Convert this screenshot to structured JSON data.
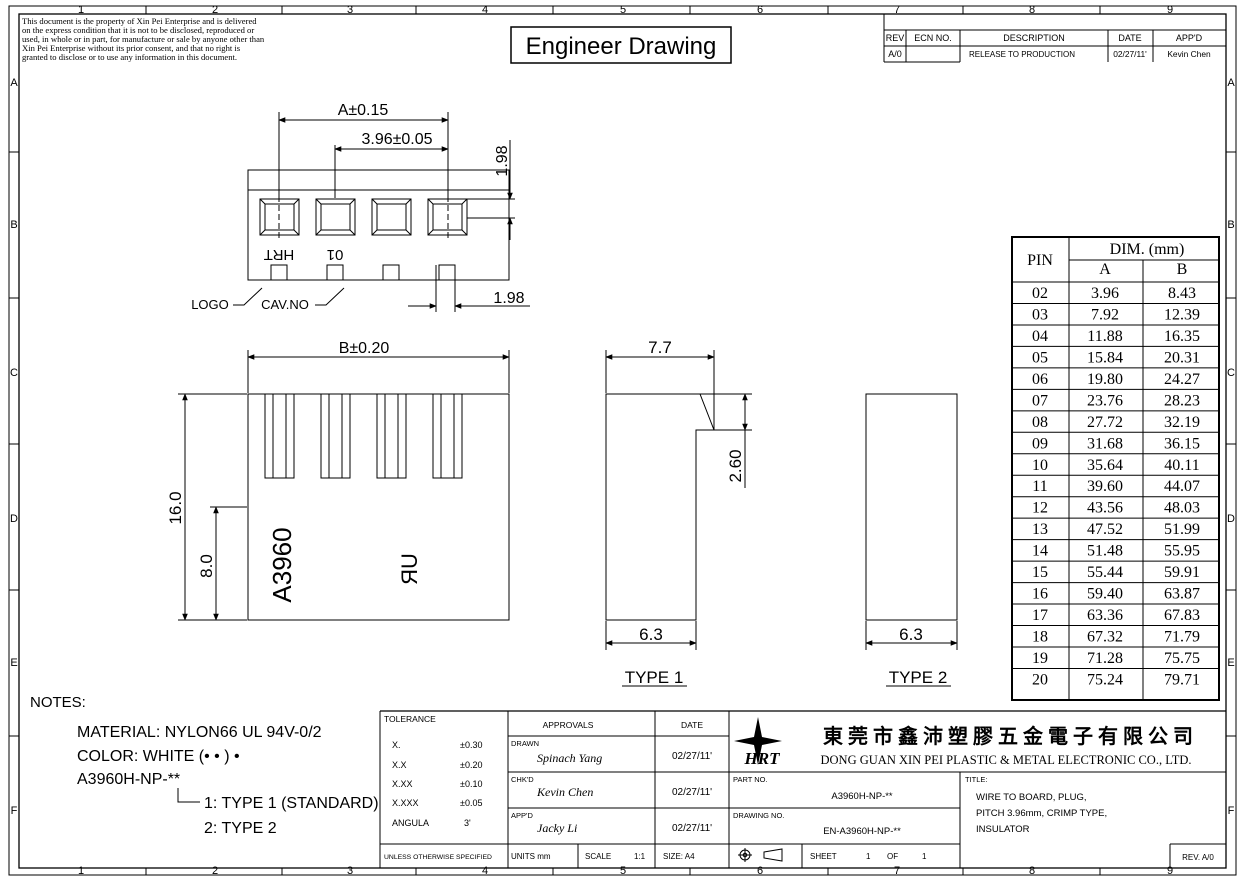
{
  "frame": {
    "col_labels": [
      "1",
      "2",
      "3",
      "4",
      "5",
      "6",
      "7",
      "8",
      "9"
    ],
    "row_labels": [
      "A",
      "B",
      "C",
      "D",
      "E",
      "F"
    ]
  },
  "header": {
    "disclaimer_lines": [
      "This document is the property of Xin Pei Enterprise and is delivered",
      "on the express condition that it is not to be disclosed, reproduced or",
      "used, in whole or in part, for manufacture or sale by anyone other than",
      "Xin Pei Enterprise without its prior consent, and that no right is",
      "granted to disclose or to use any information in this document."
    ],
    "title": "Engineer Drawing"
  },
  "revision": {
    "headers": [
      "REV",
      "ECN NO.",
      "DESCRIPTION",
      "DATE",
      "APP'D"
    ],
    "row": [
      "A/0",
      "",
      "RELEASE TO PRODUCTION",
      "02/27/11'",
      "Kevin Chen"
    ]
  },
  "top_view": {
    "dim_a": "A±0.15",
    "dim_pitch": "3.96±0.05",
    "dim_height": "1.98",
    "dim_bottom": "1.98",
    "mark_logo": "HRT",
    "mark_cav": "01",
    "callout_logo": "LOGO",
    "callout_cav": "CAV.NO"
  },
  "front_view": {
    "dim_b": "B±0.20",
    "dim_height": "16.0",
    "dim_half": "8.0",
    "part_text": "A3960",
    "ul_mark": "ЯU"
  },
  "type1": {
    "dim_top": "7.7",
    "dim_step": "2.60",
    "dim_bottom": "6.3",
    "label": "TYPE 1"
  },
  "type2": {
    "dim_bottom": "6.3",
    "label": "TYPE 2"
  },
  "dim_table": {
    "pin_header": "PIN",
    "group_header": "DIM. (mm)",
    "col_a": "A",
    "col_b": "B",
    "rows": [
      [
        "02",
        "3.96",
        "8.43"
      ],
      [
        "03",
        "7.92",
        "12.39"
      ],
      [
        "04",
        "11.88",
        "16.35"
      ],
      [
        "05",
        "15.84",
        "20.31"
      ],
      [
        "06",
        "19.80",
        "24.27"
      ],
      [
        "07",
        "23.76",
        "28.23"
      ],
      [
        "08",
        "27.72",
        "32.19"
      ],
      [
        "09",
        "31.68",
        "36.15"
      ],
      [
        "10",
        "35.64",
        "40.11"
      ],
      [
        "11",
        "39.60",
        "44.07"
      ],
      [
        "12",
        "43.56",
        "48.03"
      ],
      [
        "13",
        "47.52",
        "51.99"
      ],
      [
        "14",
        "51.48",
        "55.95"
      ],
      [
        "15",
        "55.44",
        "59.91"
      ],
      [
        "16",
        "59.40",
        "63.87"
      ],
      [
        "17",
        "63.36",
        "67.83"
      ],
      [
        "18",
        "67.32",
        "71.79"
      ],
      [
        "19",
        "71.28",
        "75.75"
      ],
      [
        "20",
        "75.24",
        "79.71"
      ]
    ]
  },
  "notes": {
    "heading": "NOTES:",
    "material": "MATERIAL: NYLON66 UL 94V-0/2",
    "color": "COLOR: WHITE (• • ) •",
    "partno": "A3960H-NP-**",
    "opt1": "1: TYPE 1 (STANDARD)",
    "opt2": "2: TYPE 2"
  },
  "tolerance": {
    "heading": "TOLERANCE",
    "rows": [
      [
        "X.",
        "±0.30"
      ],
      [
        "X.X",
        "±0.20"
      ],
      [
        "X.XX",
        "±0.10"
      ],
      [
        "X.XXX",
        "±0.05"
      ],
      [
        "ANGULA",
        "3'"
      ]
    ],
    "footer": "UNLESS OTHERWISE SPECIFIED"
  },
  "approvals": {
    "heading": "APPROVALS",
    "date_heading": "DATE",
    "drawn_label": "DRAWN",
    "drawn_name": "Spinach Yang",
    "drawn_date": "02/27/11'",
    "chkd_label": "CHK'D",
    "chkd_name": "Kevin Chen",
    "chkd_date": "02/27/11'",
    "appd_label": "APP'D",
    "appd_name": "Jacky Li",
    "appd_date": "02/27/11'",
    "units": "UNITS mm",
    "scale_label": "SCALE",
    "scale": "1:1",
    "size": "SIZE: A4"
  },
  "company": {
    "logo_text": "HRT",
    "name_cn": "東 莞 市 鑫 沛 塑 膠 五 金 電 子 有 限 公 司",
    "name_en": "DONG GUAN XIN PEI PLASTIC & METAL ELECTRONIC CO., LTD."
  },
  "part": {
    "part_label": "PART NO.",
    "part_no": "A3960H-NP-**",
    "drawing_label": "DRAWING NO.",
    "drawing_no": "EN-A3960H-NP-**",
    "sheet_label": "SHEET",
    "sheet_no": "1",
    "of_label": "OF",
    "sheet_total": "1",
    "title_label": "TITLE:",
    "title_lines": [
      "WIRE TO BOARD, PLUG,",
      "PITCH 3.96mm, CRIMP TYPE,",
      "INSULATOR"
    ],
    "rev": "REV. A/0"
  }
}
